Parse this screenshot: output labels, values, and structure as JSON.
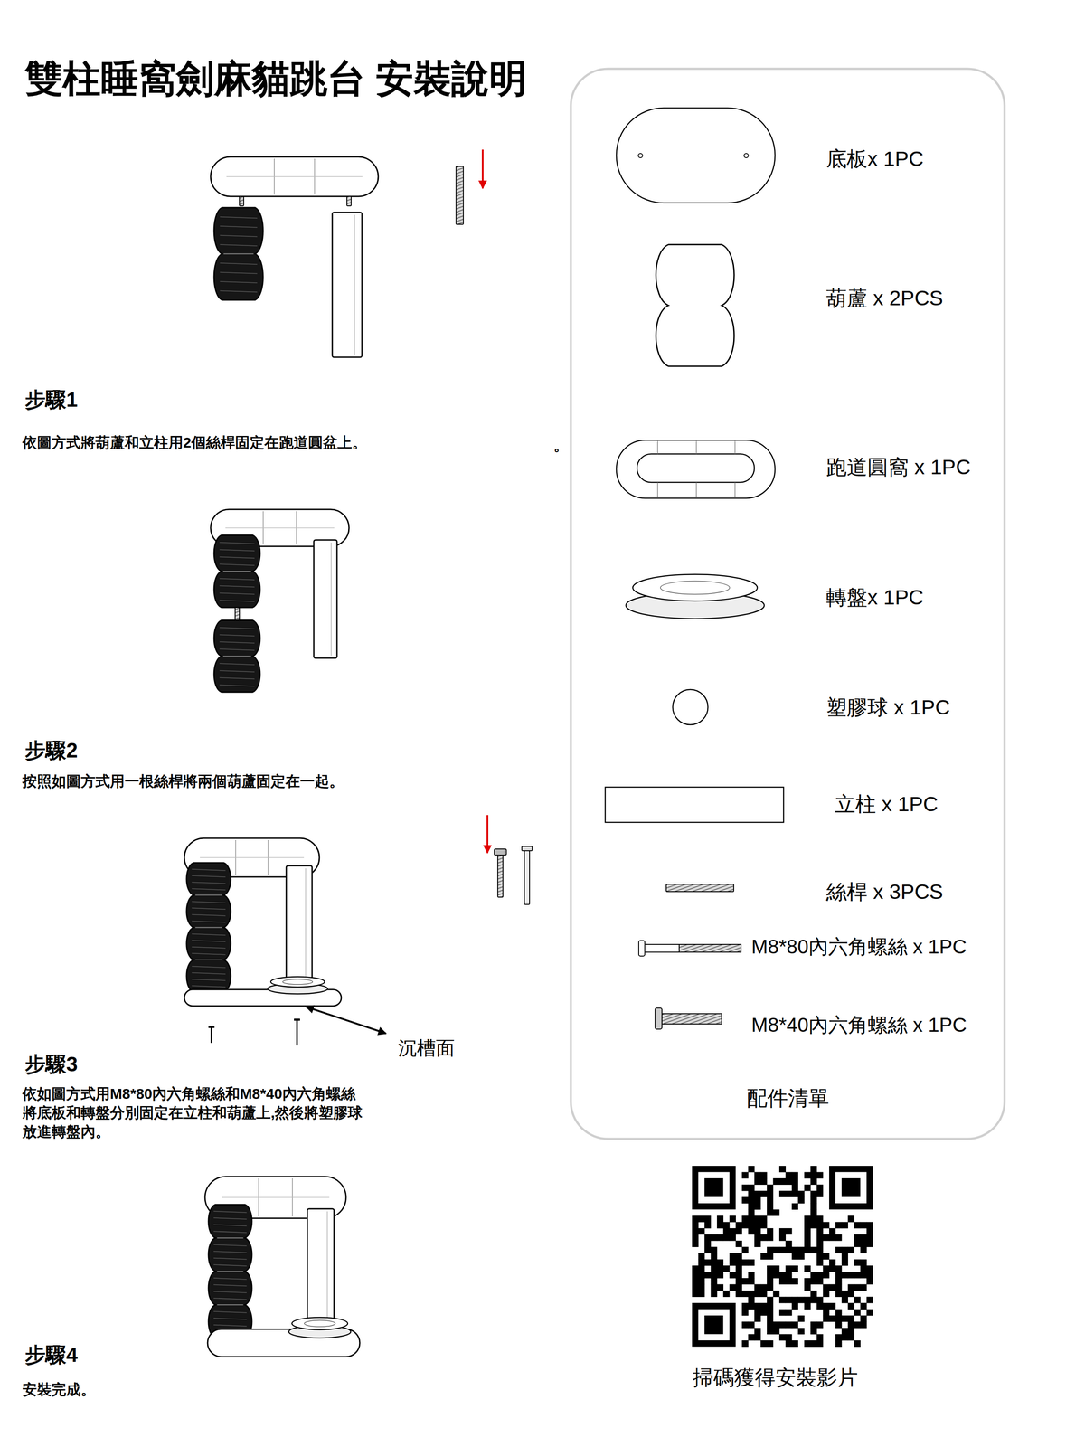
{
  "diagram": {
    "title": "雙柱睡窩劍麻貓跳台 安裝說明",
    "nodes": [
      {
        "text": [
          "配件清單"
        ]
      }
    ],
    "labels": [
      "步驟1",
      "依圖方式將葫蘆和立柱用2個絲桿固定在跑道圓盆上。",
      "。",
      "步驟2",
      "按照如圖方式用一根絲桿將兩個葫蘆固定在一起。",
      "沉槽面",
      "步驟3",
      "依如圖方式用M8*80內六角螺絲和M8*40內六角螺絲 將底板和轉盤分別固定在立柱和葫蘆上,然後將塑膠球 放進轉盤內。",
      "步驟4",
      "安裝完成。",
      "底板x 1PC",
      "葫蘆 x 2PCS",
      "跑道圓窩 x 1PC",
      "轉盤x 1PC",
      "塑膠球 x 1PC",
      "立柱 x 1PC",
      "絲桿 x 3PCS",
      "M8*80內六角螺絲 x 1PC",
      "M8*40內六角螺絲 x 1PC",
      "掃碼獲得安裝影片"
    ]
  }
}
